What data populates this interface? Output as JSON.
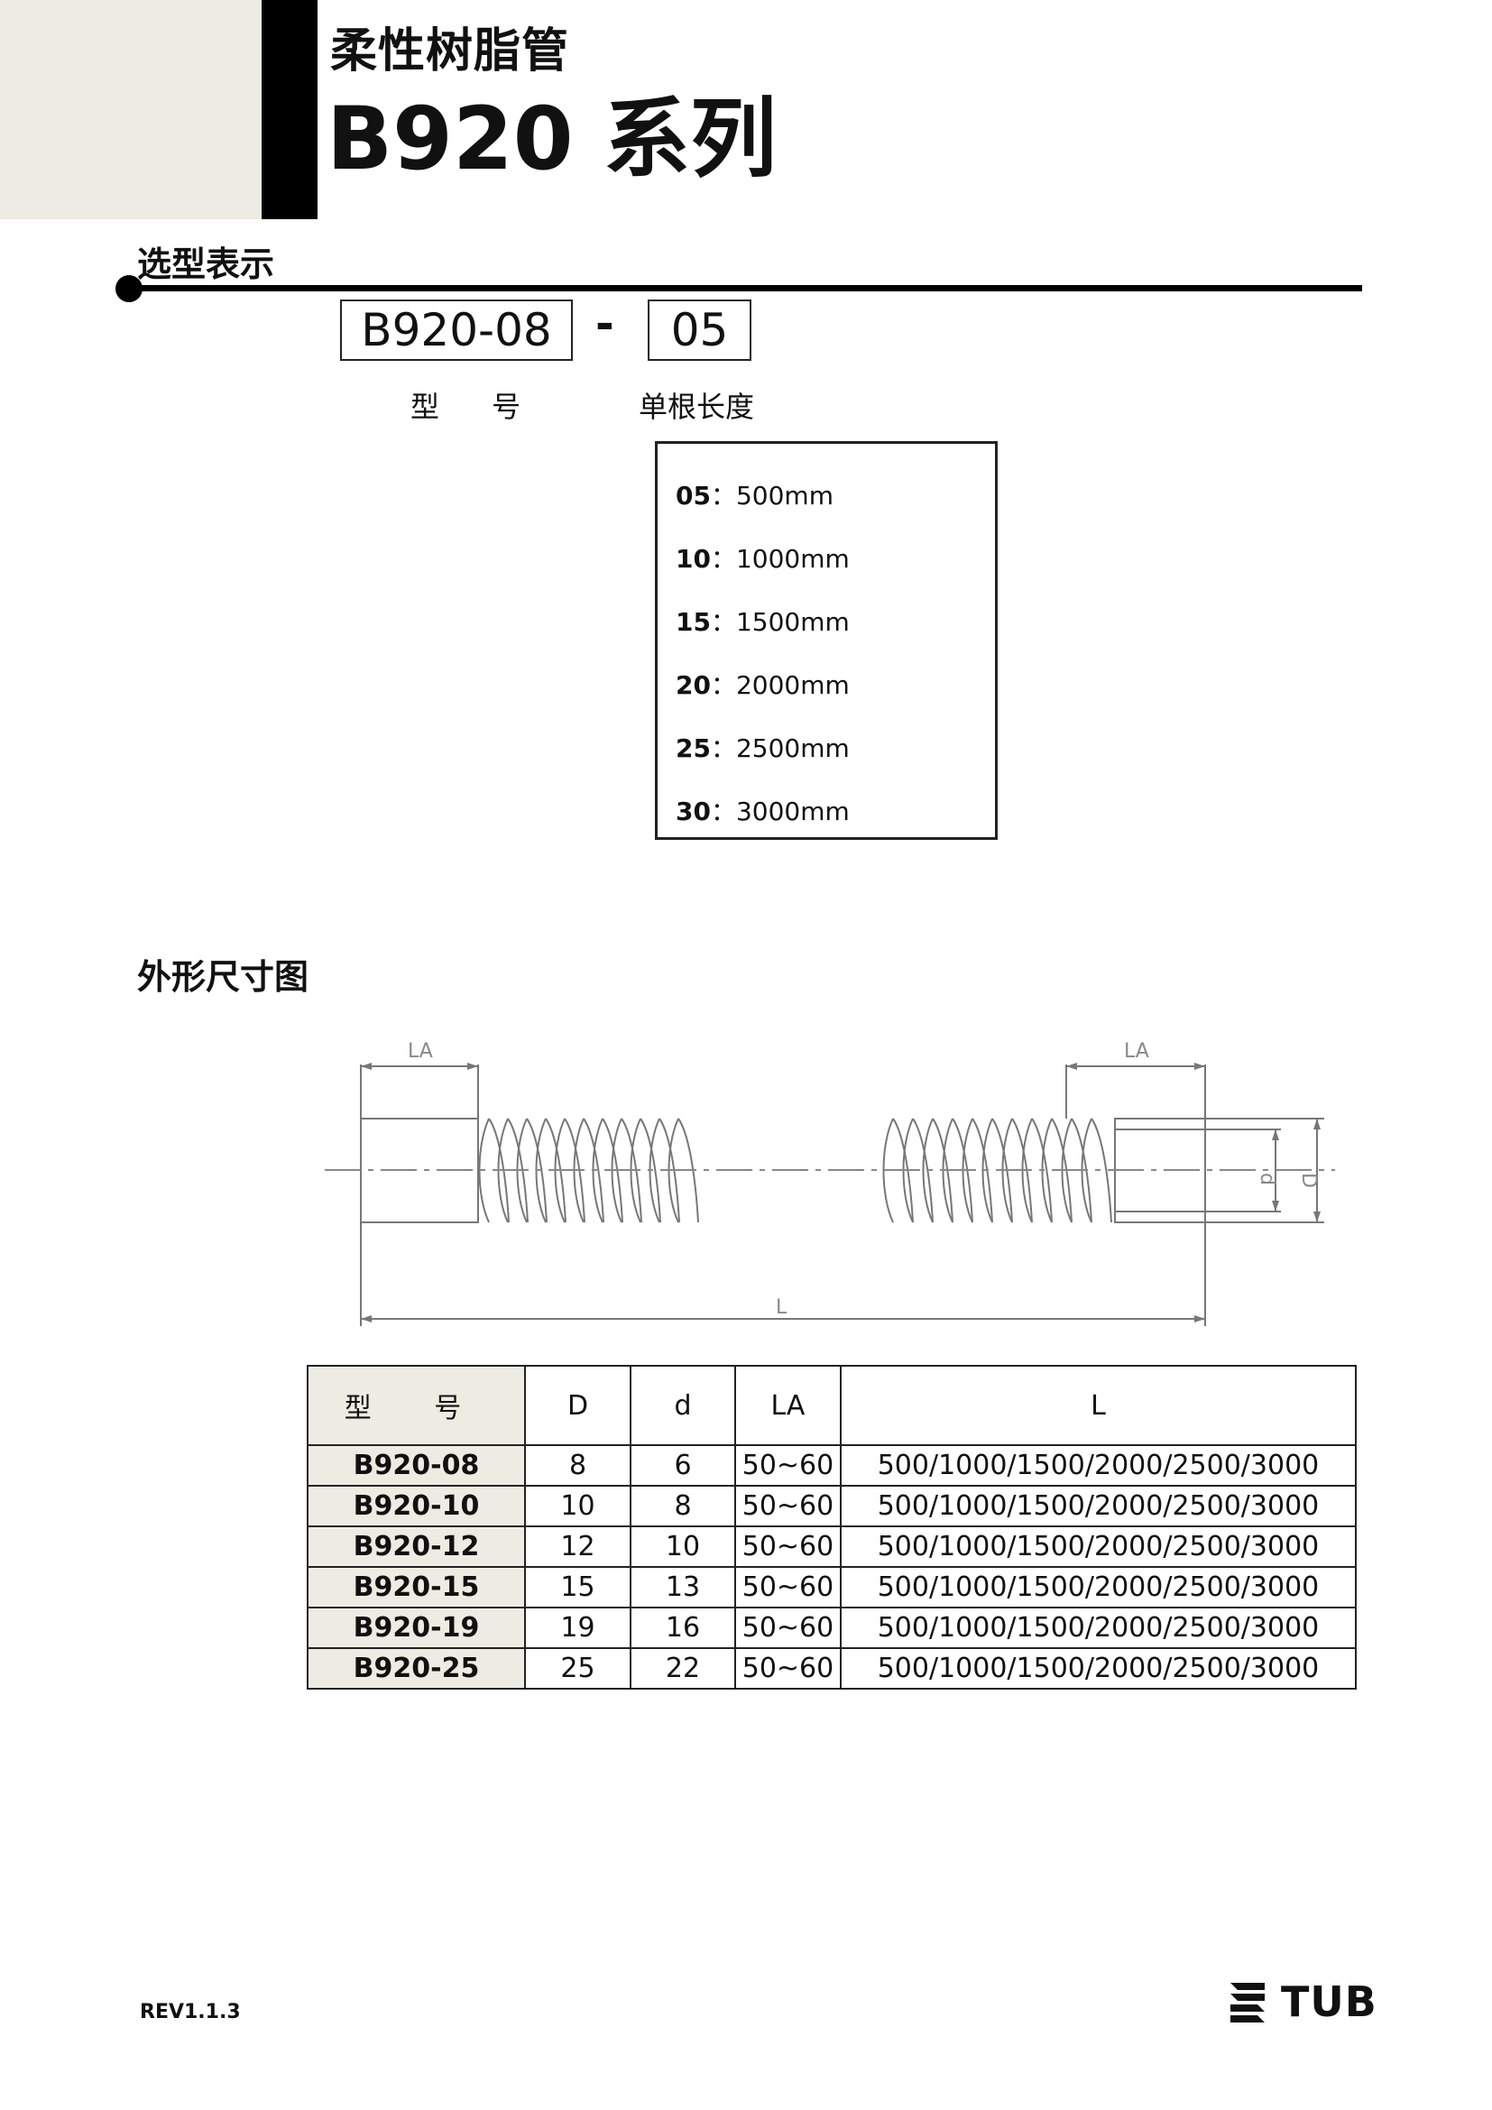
{
  "header": {
    "subtitle": "柔性树脂管",
    "title": "B920 系列"
  },
  "selection": {
    "label": "选型表示",
    "model_code": "B920-08",
    "separator": "-",
    "length_code": "05",
    "model_caption": "型 号",
    "length_caption": "单根长度",
    "options": [
      {
        "code": "05",
        "value": "500mm"
      },
      {
        "code": "10",
        "value": "1000mm"
      },
      {
        "code": "15",
        "value": "1500mm"
      },
      {
        "code": "20",
        "value": "2000mm"
      },
      {
        "code": "25",
        "value": "2500mm"
      },
      {
        "code": "30",
        "value": "3000mm"
      }
    ]
  },
  "dimensions": {
    "label": "外形尺寸图",
    "drawing_labels": {
      "la_left": "LA",
      "la_right": "LA",
      "l": "L",
      "d_inner": "d",
      "d_outer": "D"
    }
  },
  "table": {
    "headers": [
      "型 号",
      "D",
      "d",
      "LA",
      "L"
    ],
    "rows": [
      [
        "B920-08",
        "8",
        "6",
        "50~60",
        "500/1000/1500/2000/2500/3000"
      ],
      [
        "B920-10",
        "10",
        "8",
        "50~60",
        "500/1000/1500/2000/2500/3000"
      ],
      [
        "B920-12",
        "12",
        "10",
        "50~60",
        "500/1000/1500/2000/2500/3000"
      ],
      [
        "B920-15",
        "15",
        "13",
        "50~60",
        "500/1000/1500/2000/2500/3000"
      ],
      [
        "B920-19",
        "19",
        "16",
        "50~60",
        "500/1000/1500/2000/2500/3000"
      ],
      [
        "B920-25",
        "25",
        "22",
        "50~60",
        "500/1000/1500/2000/2500/3000"
      ]
    ]
  },
  "footer": {
    "revision": "REV1.1.3",
    "brand": "TUB"
  },
  "colors": {
    "accent_bg": "#eeebe2",
    "bar": "#000000"
  }
}
